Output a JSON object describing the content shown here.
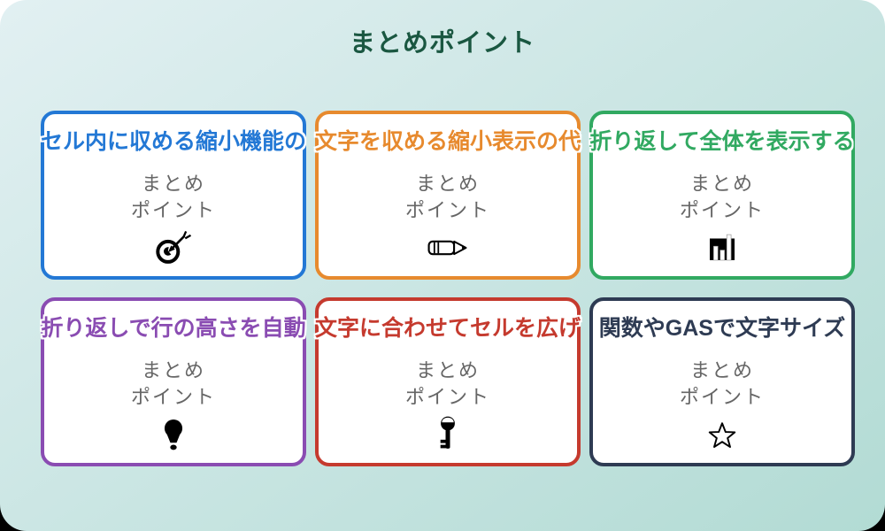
{
  "page": {
    "title": "まとめポイント",
    "title_color": "#1a5741",
    "background_top_color": "#e2f0f2",
    "background_bottom_color": "#b2dbd4"
  },
  "cards": [
    {
      "title": "セル内に収める縮小機能の",
      "accent_color": "#2378d5",
      "body_line1": "まとめ",
      "body_line2": "ポイント",
      "icon": "target-icon"
    },
    {
      "title": "文字を収める縮小表示の代",
      "accent_color": "#e78a2e",
      "body_line1": "まとめ",
      "body_line2": "ポイント",
      "icon": "pencil-icon"
    },
    {
      "title": "折り返して全体を表示する",
      "accent_color": "#31a961",
      "body_line1": "まとめ",
      "body_line2": "ポイント",
      "icon": "bar-chart-icon"
    },
    {
      "title": "折り返しで行の高さを自動",
      "accent_color": "#8a4cb2",
      "body_line1": "まとめ",
      "body_line2": "ポイント",
      "icon": "lightbulb-icon"
    },
    {
      "title": "文字に合わせてセルを広げ",
      "accent_color": "#c53a2e",
      "body_line1": "まとめ",
      "body_line2": "ポイント",
      "icon": "key-icon"
    },
    {
      "title": "関数やGASで文字サイズ",
      "accent_color": "#2e3b53",
      "body_line1": "まとめ",
      "body_line2": "ポイント",
      "icon": "star-icon"
    }
  ]
}
